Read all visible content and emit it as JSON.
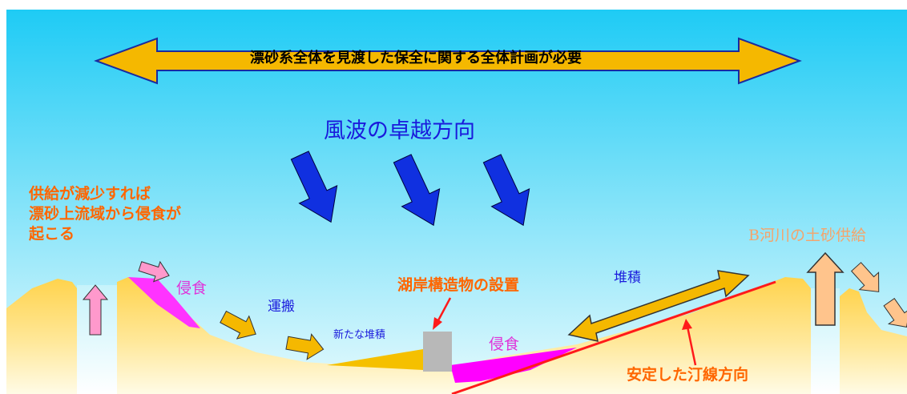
{
  "banner": {
    "text": "漂砂系全体を見渡した保全に関する全体計画が必要"
  },
  "labels": {
    "wind_direction": "風波の卓越方向",
    "supply_decrease_line1": "供給が減少すれば",
    "supply_decrease_line2": "漂砂上流域から侵食が",
    "supply_decrease_line3": "起こる",
    "river_b_supply": "B河川の土砂供給",
    "erosion_upstream": "侵食",
    "transport": "運搬",
    "new_deposit": "新たな堆積",
    "structure": "湖岸構造物の設置",
    "erosion_downstream": "侵食",
    "accumulation": "堆積",
    "stable_shoreline": "安定した汀線方向"
  },
  "colors": {
    "sky_top": "#1ecbf5",
    "sky_bottom": "#e6fafd",
    "sand": "#ffd966",
    "sand_light": "#fff5c2",
    "deposit": "#f5c000",
    "arrow_fill": "#f5b800",
    "wind_arrow": "#1030e0",
    "river_arrow": "#ffc48c",
    "erosion_magenta": "#ff00ff",
    "erosion_pink": "#ff99cc",
    "structure_gray": "#b8b8b8",
    "shoreline_red": "#ff1a1a",
    "orange_text": "#ff6600",
    "blue_text": "#1a1adc",
    "pink_text": "#e033d9",
    "tan_text": "#f5a46b"
  }
}
